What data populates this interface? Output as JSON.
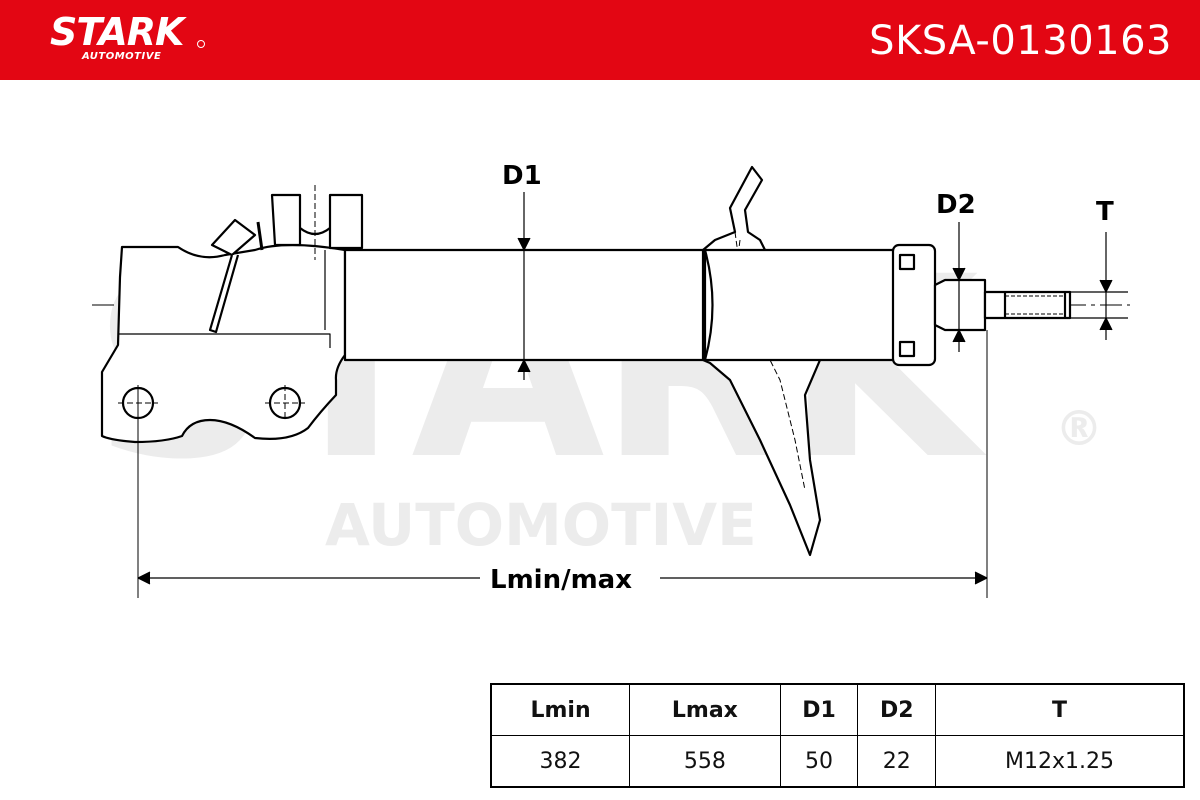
{
  "header": {
    "logo_text": "STARK",
    "logo_subtext": "AUTOMOTIVE",
    "part_number": "SKSA-0130163",
    "background_color": "#e30613"
  },
  "watermark": {
    "main": "STARK",
    "sub": "AUTOMOTIVE",
    "registered": "®"
  },
  "diagram": {
    "labels": {
      "d1": "D1",
      "d2": "D2",
      "t": "T",
      "length": "Lmin/max"
    }
  },
  "spec_table": {
    "headers": [
      "Lmin",
      "Lmax",
      "D1",
      "D2",
      "T"
    ],
    "values": [
      "382",
      "558",
      "50",
      "22",
      "M12x1.25"
    ]
  }
}
